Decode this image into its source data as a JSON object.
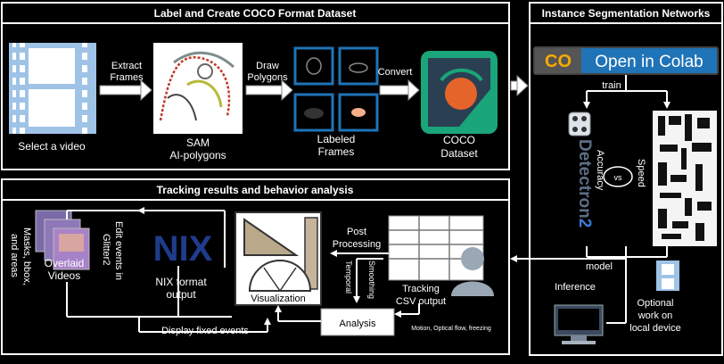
{
  "panels": {
    "top_left_title": "Label and Create COCO Format Dataset",
    "right_title": "Instance Segmentation Networks",
    "bottom_left_title": "Tracking results and behavior analysis"
  },
  "labels": {
    "select_video": "Select a video",
    "extract_frames_1": "Extract",
    "extract_frames_2": "Frames",
    "sam_1": "SAM",
    "sam_2": "AI-polygons",
    "draw_polygons_1": "Draw",
    "draw_polygons_2": "Polygons",
    "convert": "Convert",
    "labeled_frames_1": "Labeled",
    "labeled_frames_2": "Frames",
    "coco_1": "COCO",
    "coco_2": "Dataset",
    "colab_co": "CO",
    "colab_text": "Open in Colab",
    "train": "train",
    "accuracy": "Accuracy",
    "vs": "vs",
    "speed": "Speed",
    "detectron": "Detectron",
    "detectron_2": "2",
    "model": "model",
    "inference": "Inference",
    "optional_1": "Optional",
    "optional_2": "work on",
    "optional_3": "local device",
    "masks_1": "Masks, bbox,",
    "masks_2": "and areas",
    "overlaid_1": "Overlaid",
    "overlaid_2": "Videos",
    "edit_1": "Edit events in",
    "edit_2": "Glitter2",
    "nix_logo": "NIX",
    "nix_1": "NIX format",
    "nix_2": "output",
    "visualization": "Visualization",
    "display_fixed": "Display fixed events",
    "post_1": "Post",
    "post_2": "Processing",
    "temporal": "Temporal",
    "smoothing": "Smoothing",
    "tracking_1": "Tracking",
    "tracking_2": "CSV output",
    "analysis": "Analysis",
    "motion": "Motion, Optical flow, freezing"
  },
  "colors": {
    "accent_blue": "#1f73b7",
    "colab_orange": "#f9ab00",
    "coco_teal": "#1aa57a",
    "coco_orange": "#e5642a"
  }
}
